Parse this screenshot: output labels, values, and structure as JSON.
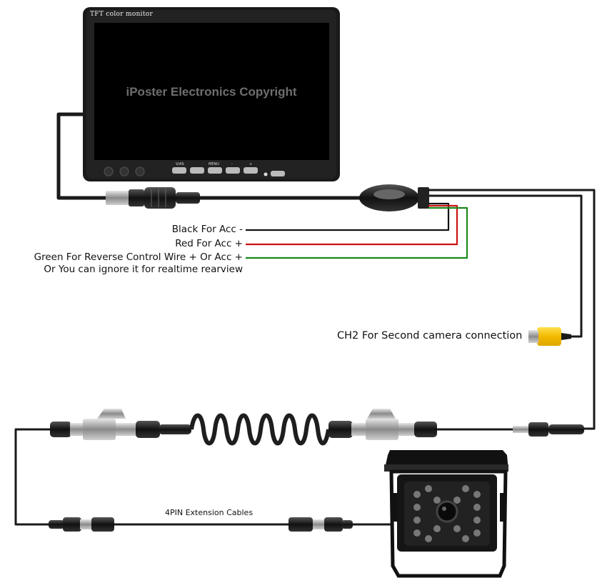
{
  "monitor": {
    "title": "TFT color monitor",
    "watermark": "iPoster Electronics Copyright",
    "buttons": [
      "V/AS",
      "",
      "MENU",
      "-",
      "+"
    ]
  },
  "wires": {
    "black": {
      "label": "Black For Acc -",
      "color": "#111111"
    },
    "red": {
      "label": "Red For Acc +",
      "color": "#cc1111"
    },
    "green": {
      "label": "Green For Reverse Control Wire + Or Acc +",
      "color": "#1a8a1a"
    },
    "note": "Or You can ignore it for realtime rearview"
  },
  "ch2_label": "CH2 For Second camera connection",
  "extension_label": "4PIN Extension Cables",
  "colors": {
    "yellow_connector": "#f2c200",
    "cable": "#1a1a1a"
  }
}
